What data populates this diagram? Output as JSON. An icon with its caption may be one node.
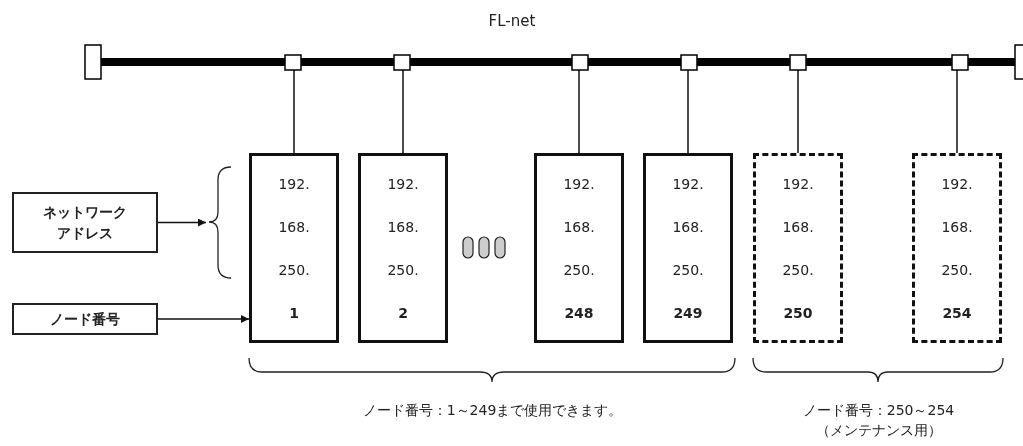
{
  "diagram": {
    "nodes": [
      {
        "text": [
          "FL-net"
        ]
      },
      {
        "text": [
          "ネットワークアドレス"
        ]
      },
      {
        "text": [
          "ノード番号"
        ]
      },
      {
        "text": [
          "192.",
          "168.",
          "250.",
          "1"
        ]
      },
      {
        "text": [
          "192.",
          "168.",
          "250.",
          "2"
        ]
      },
      {
        "text": [
          "192.",
          "168.",
          "250.",
          "248"
        ]
      },
      {
        "text": [
          "192.",
          "168.",
          "250.",
          "249"
        ]
      },
      {
        "text": [
          "192.",
          "168.",
          "250.",
          "250"
        ]
      },
      {
        "text": [
          "192.",
          "168.",
          "250.",
          "254"
        ]
      },
      {
        "text": [],
        "shape": "brace"
      }
    ],
    "edges": [
      {
        "from": 0,
        "to": 3,
        "arrow": "none"
      },
      {
        "from": 0,
        "to": 4,
        "arrow": "none"
      },
      {
        "from": 0,
        "to": 5,
        "arrow": "none"
      },
      {
        "from": 0,
        "to": 6,
        "arrow": "none"
      },
      {
        "from": 0,
        "to": 7,
        "arrow": "none"
      },
      {
        "from": 0,
        "to": 8,
        "arrow": "none"
      },
      {
        "from": 1,
        "to": 9,
        "arrow": "to"
      },
      {
        "from": 2,
        "to": 3,
        "arrow": "to"
      }
    ],
    "labels": [
      "ノード番号：1～249まで使用できます。",
      "ノード番号：250～254（メンテナンス用）"
    ]
  }
}
